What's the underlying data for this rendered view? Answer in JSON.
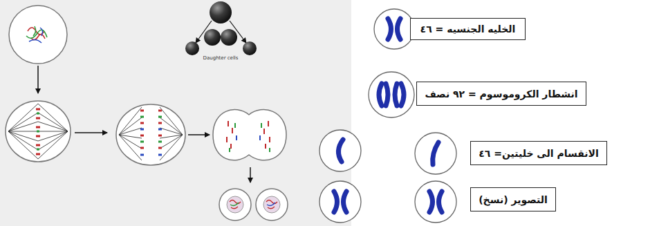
{
  "diagram": {
    "nodes": [
      {
        "text": [
          "الخليه الجنسيه = ٤٦"
        ]
      },
      {
        "text": [
          "انشطار الكروموسوم = ٩٢ نصف"
        ]
      },
      {
        "text": [
          "الانقسام الى خليتين= ٤٦"
        ]
      },
      {
        "text": [
          "التصوير (نسخ)"
        ]
      }
    ],
    "labels": [
      "Daughter cells"
    ]
  }
}
